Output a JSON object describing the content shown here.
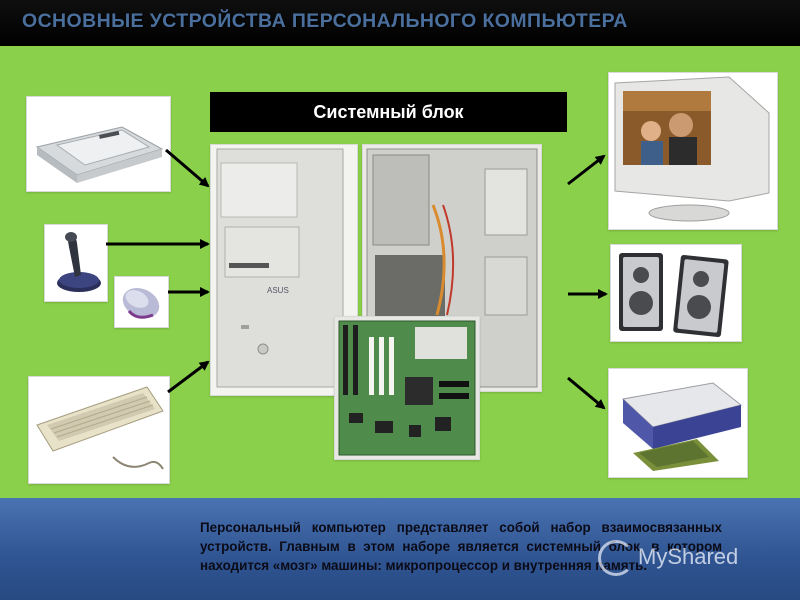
{
  "slide": {
    "title": "ОСНОВНЫЕ УСТРОЙСТВА ПЕРСОНАЛЬНОГО КОМПЬЮТЕРА"
  },
  "system_unit": {
    "label": "Системный блок"
  },
  "caption": {
    "text": "Персональный компьютер представляет собой набор взаимосвязанных устройств. Главным в этом наборе является системный блок, в котором находится «мозг» машины: микропроцессор и внутренняя память."
  },
  "watermark": {
    "text": "MyShared"
  },
  "devices": {
    "input": [
      "scanner-icon",
      "joystick-icon",
      "mouse-icon",
      "keyboard-icon"
    ],
    "output": [
      "monitor-icon",
      "speakers-icon",
      "printer-icon"
    ],
    "internals": [
      "case-interior-icon",
      "motherboard-icon"
    ]
  },
  "colors": {
    "background": "#8ad04a",
    "title_text": "#4a6f9c",
    "bottom_band": "#2f5491"
  }
}
